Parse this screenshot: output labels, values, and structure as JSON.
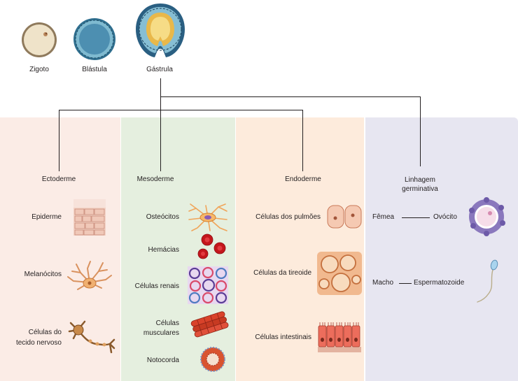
{
  "stages": [
    "Zigoto",
    "Blástula",
    "Gástrula"
  ],
  "layers": {
    "ectoderme": {
      "title": "Ectoderme",
      "items": [
        "Epiderme",
        "Melanócitos",
        "Células do",
        "tecido nervoso"
      ]
    },
    "mesoderme": {
      "title": "Mesoderme",
      "items": [
        "Osteócitos",
        "Hemácias",
        "Células renais",
        "Células",
        "musculares",
        "Notocorda"
      ]
    },
    "endoderme": {
      "title": "Endoderme",
      "items": [
        "Células dos pulmões",
        "Células da tireoide",
        "Células intestinais"
      ]
    },
    "germinativa": {
      "title_1": "Linhagem",
      "title_2": "germinativa",
      "femea": "Fêmea",
      "ovocito": "Ovócito",
      "macho": "Macho",
      "espermatozoide": "Espermatozoide"
    }
  },
  "colors": {
    "ectoderme_bg": "#fbece6",
    "mesoderme_bg": "#e5efdf",
    "endoderme_bg": "#fdebdc",
    "germinativa_bg": "#e7e6f1"
  }
}
